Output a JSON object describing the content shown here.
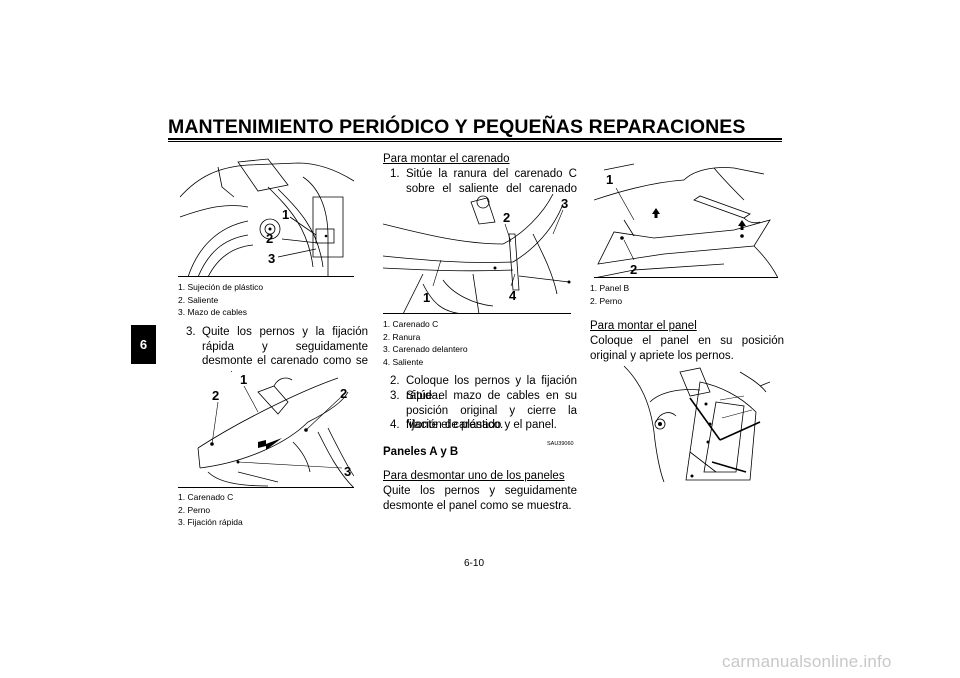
{
  "header": {
    "title": "MANTENIMIENTO PERIÓDICO Y PEQUEÑAS REPARACIONES",
    "chapter_tab": "6"
  },
  "col1": {
    "fig1": {
      "callouts": [
        "1",
        "2",
        "3"
      ],
      "legend": [
        "1.  Sujeción de plástico",
        "2.  Saliente",
        "3.  Mazo de cables"
      ]
    },
    "step3": {
      "num": "3.",
      "text": "Quite los pernos y la fijación rápida y seguidamente desmonte el carenado como se muestra."
    },
    "fig2": {
      "callouts": [
        "1",
        "2",
        "2",
        "3"
      ],
      "legend": [
        "1.  Carenado C",
        "2.  Perno",
        "3.  Fijación rápida"
      ]
    }
  },
  "col2": {
    "subhead_montar_carenado": "Para montar el carenado",
    "step1": {
      "num": "1.",
      "text": "Sitúe la ranura del carenado C sobre el saliente del carenado delantero."
    },
    "fig3": {
      "callouts": [
        "1",
        "2",
        "3",
        "4"
      ],
      "legend": [
        "1.  Carenado C",
        "2.  Ranura",
        "3.  Carenado delantero",
        "4.  Saliente"
      ]
    },
    "steps": [
      {
        "num": "2.",
        "text": "Coloque los pernos y la fijación rápida."
      },
      {
        "num": "3.",
        "text": "Sitúe el mazo de cables en su posición original y cierre la fijación de plástico."
      },
      {
        "num": "4.",
        "text": "Monte el carenado y el panel."
      }
    ],
    "code": "SAU39060",
    "section_title": "Paneles A y B",
    "subhead_desmontar": "Para desmontar uno de los paneles",
    "para_desmontar": "Quite los pernos y seguidamente desmonte el panel como se muestra."
  },
  "col3": {
    "fig4": {
      "callouts": [
        "1",
        "2"
      ],
      "legend": [
        "1.  Panel B",
        "2.  Perno"
      ]
    },
    "subhead_montar_panel": "Para montar el panel",
    "para_montar": "Coloque el panel en su posición original y apriete los pernos."
  },
  "footer": {
    "page_number": "6-10",
    "watermark": "carmanualsonline.info"
  }
}
